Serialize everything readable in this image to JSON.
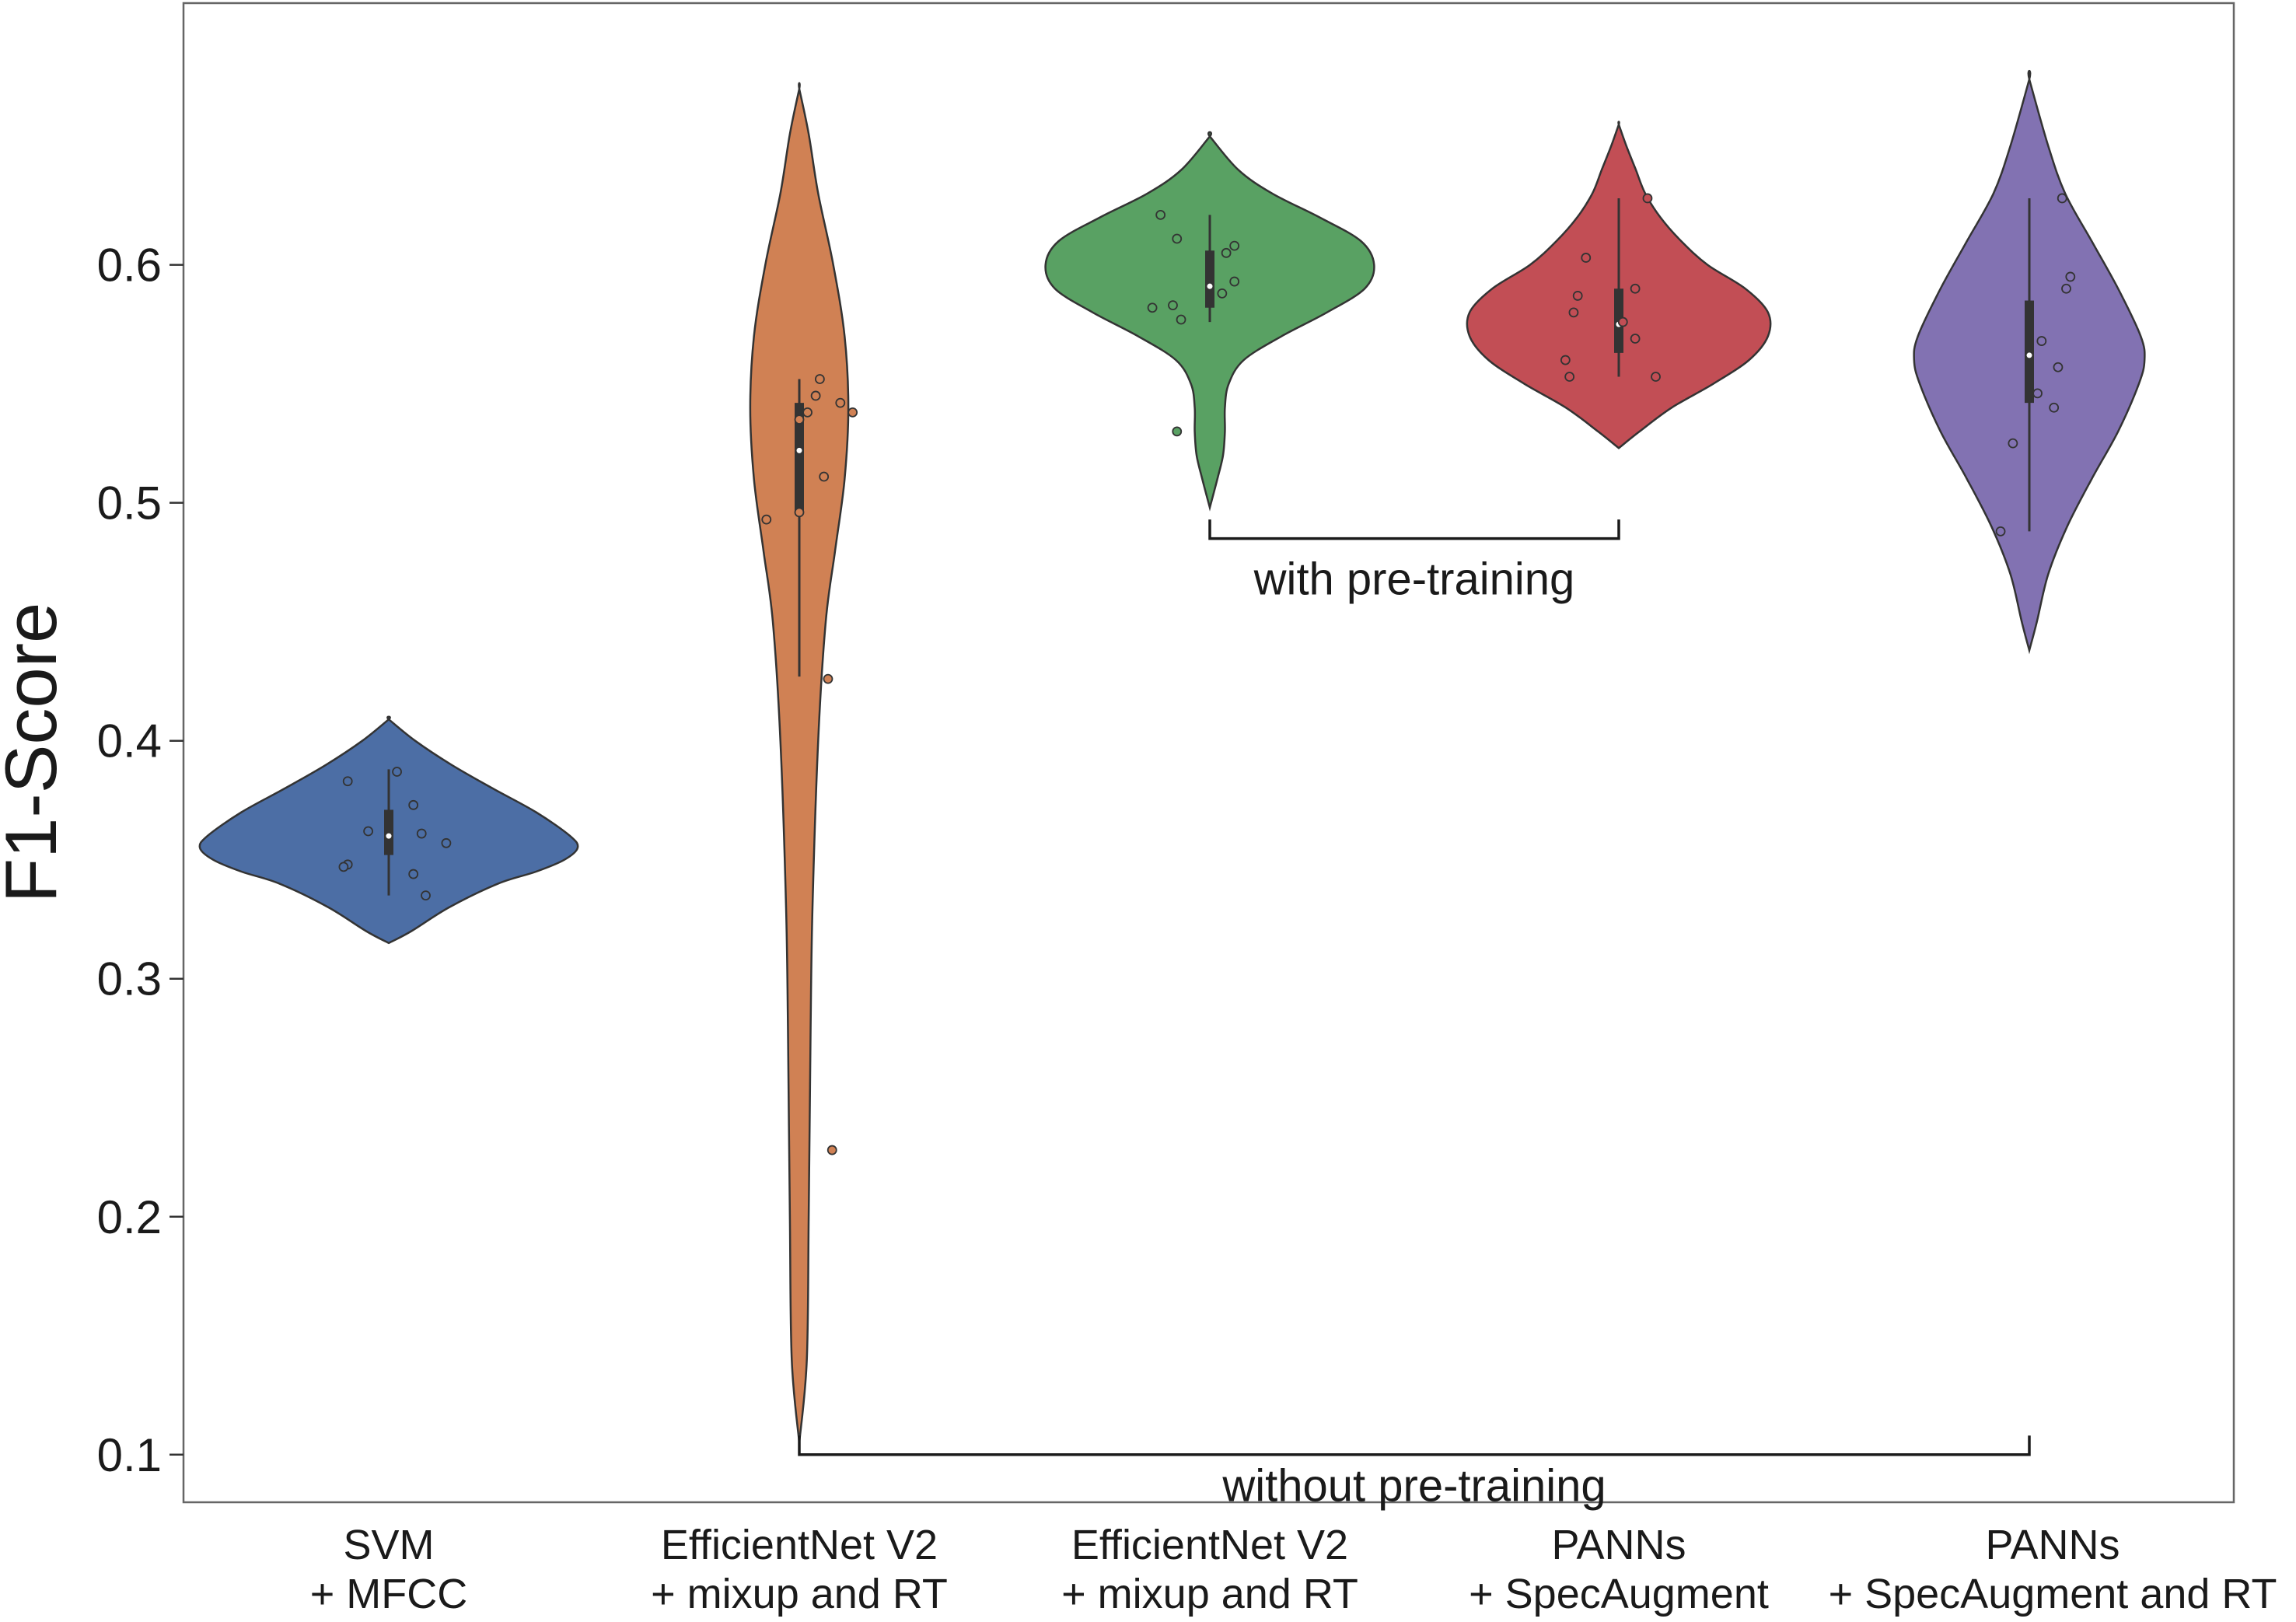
{
  "chart_data": {
    "type": "violin",
    "ylabel": "F1-Score",
    "xlabel": "",
    "ylim": [
      0.08,
      0.71
    ],
    "yticks": [
      0.1,
      0.2,
      0.3,
      0.4,
      0.5,
      0.6
    ],
    "ytick_labels": [
      "0.1",
      "0.2",
      "0.3",
      "0.4",
      "0.5",
      "0.6"
    ],
    "grid": false,
    "series": [
      {
        "label_lines": [
          "SVM",
          "+ MFCC"
        ],
        "color": "#4c6ea5",
        "min": 0.315,
        "max": 0.409,
        "profile": [
          [
            0.315,
            0.0
          ],
          [
            0.32,
            0.12
          ],
          [
            0.33,
            0.32
          ],
          [
            0.34,
            0.58
          ],
          [
            0.345,
            0.78
          ],
          [
            0.35,
            0.93
          ],
          [
            0.355,
            1.0
          ],
          [
            0.36,
            0.96
          ],
          [
            0.37,
            0.78
          ],
          [
            0.38,
            0.55
          ],
          [
            0.39,
            0.33
          ],
          [
            0.4,
            0.14
          ],
          [
            0.409,
            0.0
          ]
        ],
        "half_width": 0.46,
        "q1": 0.352,
        "median": 0.36,
        "q3": 0.371,
        "whisker_low": 0.335,
        "whisker_high": 0.388,
        "points": [
          [
            -0.1,
            0.383
          ],
          [
            0.02,
            0.387
          ],
          [
            0.06,
            0.373
          ],
          [
            0.14,
            0.357
          ],
          [
            0.08,
            0.361
          ],
          [
            -0.05,
            0.362
          ],
          [
            -0.1,
            0.348
          ],
          [
            -0.11,
            0.347
          ],
          [
            0.06,
            0.344
          ],
          [
            0.09,
            0.335
          ]
        ]
      },
      {
        "label_lines": [
          "EfficientNet V2",
          "+ mixup and RT"
        ],
        "color": "#d08154",
        "min": 0.105,
        "max": 0.674,
        "profile": [
          [
            0.105,
            0.0
          ],
          [
            0.14,
            0.04
          ],
          [
            0.2,
            0.05
          ],
          [
            0.28,
            0.06
          ],
          [
            0.33,
            0.07
          ],
          [
            0.4,
            0.1
          ],
          [
            0.45,
            0.14
          ],
          [
            0.48,
            0.19
          ],
          [
            0.51,
            0.24
          ],
          [
            0.54,
            0.26
          ],
          [
            0.57,
            0.24
          ],
          [
            0.6,
            0.18
          ],
          [
            0.63,
            0.1
          ],
          [
            0.655,
            0.05
          ],
          [
            0.674,
            0.0
          ]
        ],
        "half_width": 0.46,
        "q1": 0.496,
        "median": 0.522,
        "q3": 0.542,
        "whisker_low": 0.427,
        "whisker_high": 0.552,
        "points": [
          [
            -0.08,
            0.493
          ],
          [
            0.0,
            0.496
          ],
          [
            0.0,
            0.535
          ],
          [
            0.02,
            0.538
          ],
          [
            0.04,
            0.545
          ],
          [
            0.05,
            0.552
          ],
          [
            0.1,
            0.542
          ],
          [
            0.13,
            0.538
          ],
          [
            0.06,
            0.511
          ],
          [
            0.07,
            0.426
          ],
          [
            0.08,
            0.228
          ]
        ]
      },
      {
        "label_lines": [
          "EfficientNet V2",
          "+ mixup and RT"
        ],
        "color": "#59a163",
        "min": 0.498,
        "max": 0.654,
        "profile": [
          [
            0.498,
            0.0
          ],
          [
            0.51,
            0.04
          ],
          [
            0.52,
            0.07
          ],
          [
            0.53,
            0.08
          ],
          [
            0.54,
            0.08
          ],
          [
            0.55,
            0.1
          ],
          [
            0.56,
            0.18
          ],
          [
            0.57,
            0.38
          ],
          [
            0.58,
            0.62
          ],
          [
            0.59,
            0.82
          ],
          [
            0.6,
            0.87
          ],
          [
            0.61,
            0.8
          ],
          [
            0.62,
            0.58
          ],
          [
            0.63,
            0.33
          ],
          [
            0.64,
            0.15
          ],
          [
            0.654,
            0.0
          ]
        ],
        "half_width": 0.46,
        "q1": 0.582,
        "median": 0.591,
        "q3": 0.606,
        "whisker_low": 0.576,
        "whisker_high": 0.621,
        "points": [
          [
            -0.14,
            0.582
          ],
          [
            -0.09,
            0.583
          ],
          [
            -0.07,
            0.577
          ],
          [
            -0.08,
            0.611
          ],
          [
            -0.12,
            0.621
          ],
          [
            0.04,
            0.605
          ],
          [
            0.06,
            0.608
          ],
          [
            0.03,
            0.588
          ],
          [
            0.06,
            0.593
          ],
          [
            -0.08,
            0.53
          ]
        ]
      },
      {
        "label_lines": [
          "PANNs",
          "+ SpecAugment"
        ],
        "color": "#c24e55",
        "min": 0.523,
        "max": 0.659,
        "profile": [
          [
            0.523,
            0.0
          ],
          [
            0.53,
            0.11
          ],
          [
            0.54,
            0.28
          ],
          [
            0.55,
            0.5
          ],
          [
            0.56,
            0.69
          ],
          [
            0.57,
            0.79
          ],
          [
            0.58,
            0.79
          ],
          [
            0.59,
            0.67
          ],
          [
            0.6,
            0.47
          ],
          [
            0.61,
            0.33
          ],
          [
            0.62,
            0.22
          ],
          [
            0.63,
            0.14
          ],
          [
            0.64,
            0.09
          ],
          [
            0.65,
            0.04
          ],
          [
            0.659,
            0.0
          ]
        ],
        "half_width": 0.46,
        "q1": 0.563,
        "median": 0.575,
        "q3": 0.59,
        "whisker_low": 0.553,
        "whisker_high": 0.628,
        "points": [
          [
            -0.08,
            0.603
          ],
          [
            -0.1,
            0.587
          ],
          [
            -0.11,
            0.58
          ],
          [
            0.01,
            0.576
          ],
          [
            0.04,
            0.59
          ],
          [
            0.04,
            0.569
          ],
          [
            -0.13,
            0.56
          ],
          [
            -0.12,
            0.553
          ],
          [
            0.09,
            0.553
          ],
          [
            0.07,
            0.628
          ]
        ]
      },
      {
        "label_lines": [
          "PANNs",
          "+ SpecAugment and RT"
        ],
        "color": "#8272b2",
        "min": 0.438,
        "max": 0.678,
        "profile": [
          [
            0.438,
            0.0
          ],
          [
            0.45,
            0.04
          ],
          [
            0.47,
            0.1
          ],
          [
            0.49,
            0.2
          ],
          [
            0.51,
            0.33
          ],
          [
            0.53,
            0.47
          ],
          [
            0.55,
            0.58
          ],
          [
            0.56,
            0.61
          ],
          [
            0.57,
            0.59
          ],
          [
            0.59,
            0.47
          ],
          [
            0.61,
            0.33
          ],
          [
            0.63,
            0.19
          ],
          [
            0.65,
            0.1
          ],
          [
            0.678,
            0.0
          ]
        ],
        "half_width": 0.46,
        "q1": 0.542,
        "median": 0.562,
        "q3": 0.585,
        "whisker_low": 0.488,
        "whisker_high": 0.628,
        "points": [
          [
            -0.07,
            0.488
          ],
          [
            -0.04,
            0.525
          ],
          [
            0.02,
            0.546
          ],
          [
            0.03,
            0.568
          ],
          [
            0.06,
            0.54
          ],
          [
            0.07,
            0.557
          ],
          [
            0.09,
            0.59
          ],
          [
            0.1,
            0.595
          ],
          [
            0.08,
            0.628
          ]
        ]
      }
    ],
    "annotations": [
      {
        "text": "with pre-training",
        "from_index": 2,
        "to_index": 3,
        "y": 0.485,
        "tick": 0.008,
        "text_y": 0.468
      },
      {
        "text": "without pre-training",
        "from_index": 1,
        "to_index": 4,
        "y": 0.1,
        "tick": 0.008,
        "text_y": 0.087
      }
    ]
  }
}
